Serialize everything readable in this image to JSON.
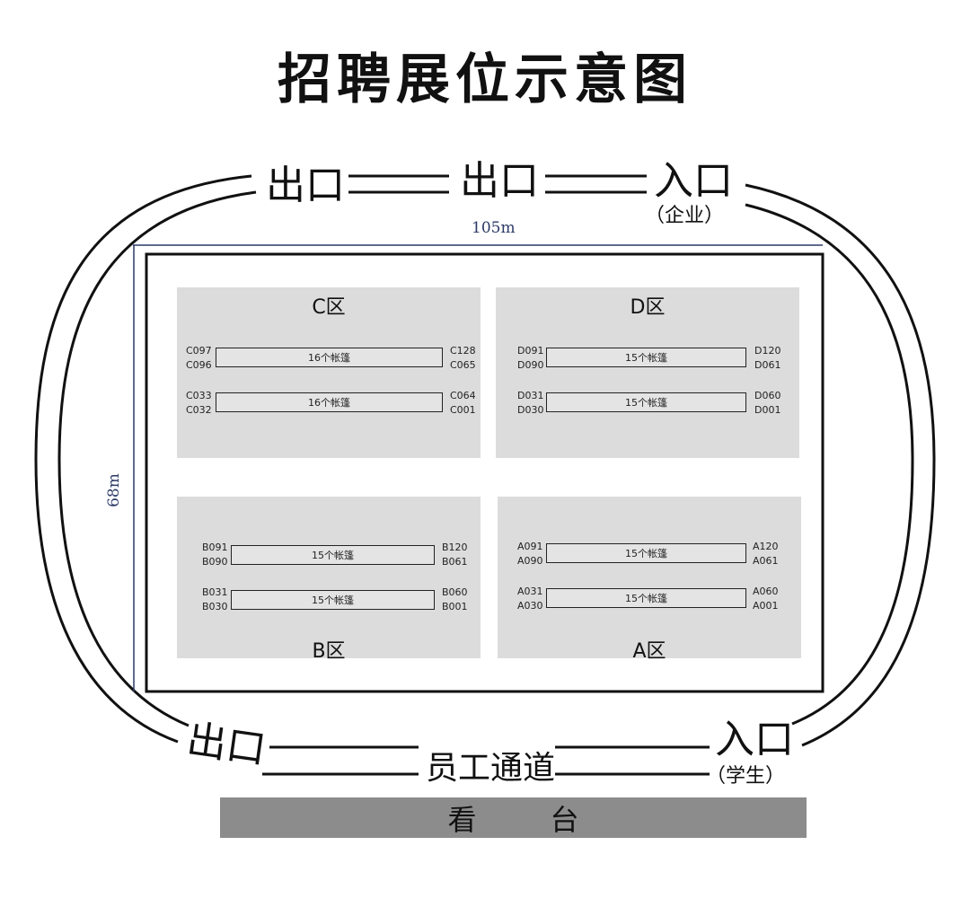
{
  "title": "招聘展位示意图",
  "gates": {
    "top_left": "出口",
    "top_center": "出口",
    "top_right": "入口",
    "top_right_note": "（企业）",
    "bottom_left": "出口",
    "bottom_right": "入口",
    "bottom_right_note": "（学生）"
  },
  "passage": "员工通道",
  "stand": "看台",
  "dimensions": {
    "width": "105m",
    "height": "68m"
  },
  "zones": {
    "C": {
      "name": "C区",
      "rows": [
        {
          "label": "16个帐篷",
          "left_top": "C097",
          "left_bottom": "C096",
          "right_top": "C128",
          "right_bottom": "C065"
        },
        {
          "label": "16个帐篷",
          "left_top": "C033",
          "left_bottom": "C032",
          "right_top": "C064",
          "right_bottom": "C001"
        }
      ]
    },
    "D": {
      "name": "D区",
      "rows": [
        {
          "label": "15个帐篷",
          "left_top": "D091",
          "left_bottom": "D090",
          "right_top": "D120",
          "right_bottom": "D061"
        },
        {
          "label": "15个帐篷",
          "left_top": "D031",
          "left_bottom": "D030",
          "right_top": "D060",
          "right_bottom": "D001"
        }
      ]
    },
    "B": {
      "name": "B区",
      "rows": [
        {
          "label": "15个帐篷",
          "left_top": "B091",
          "left_bottom": "B090",
          "right_top": "B120",
          "right_bottom": "B061"
        },
        {
          "label": "15个帐篷",
          "left_top": "B031",
          "left_bottom": "B030",
          "right_top": "B060",
          "right_bottom": "B001"
        }
      ]
    },
    "A": {
      "name": "A区",
      "rows": [
        {
          "label": "15个帐篷",
          "left_top": "A091",
          "left_bottom": "A090",
          "right_top": "A120",
          "right_bottom": "A061"
        },
        {
          "label": "15个帐篷",
          "left_top": "A031",
          "left_bottom": "A030",
          "right_top": "A060",
          "right_bottom": "A001"
        }
      ]
    }
  },
  "colors": {
    "zone_fill": "#dcdcdc",
    "stand_fill": "#8c8c8c",
    "dimension_line": "#2b3a66",
    "line": "#111111"
  }
}
